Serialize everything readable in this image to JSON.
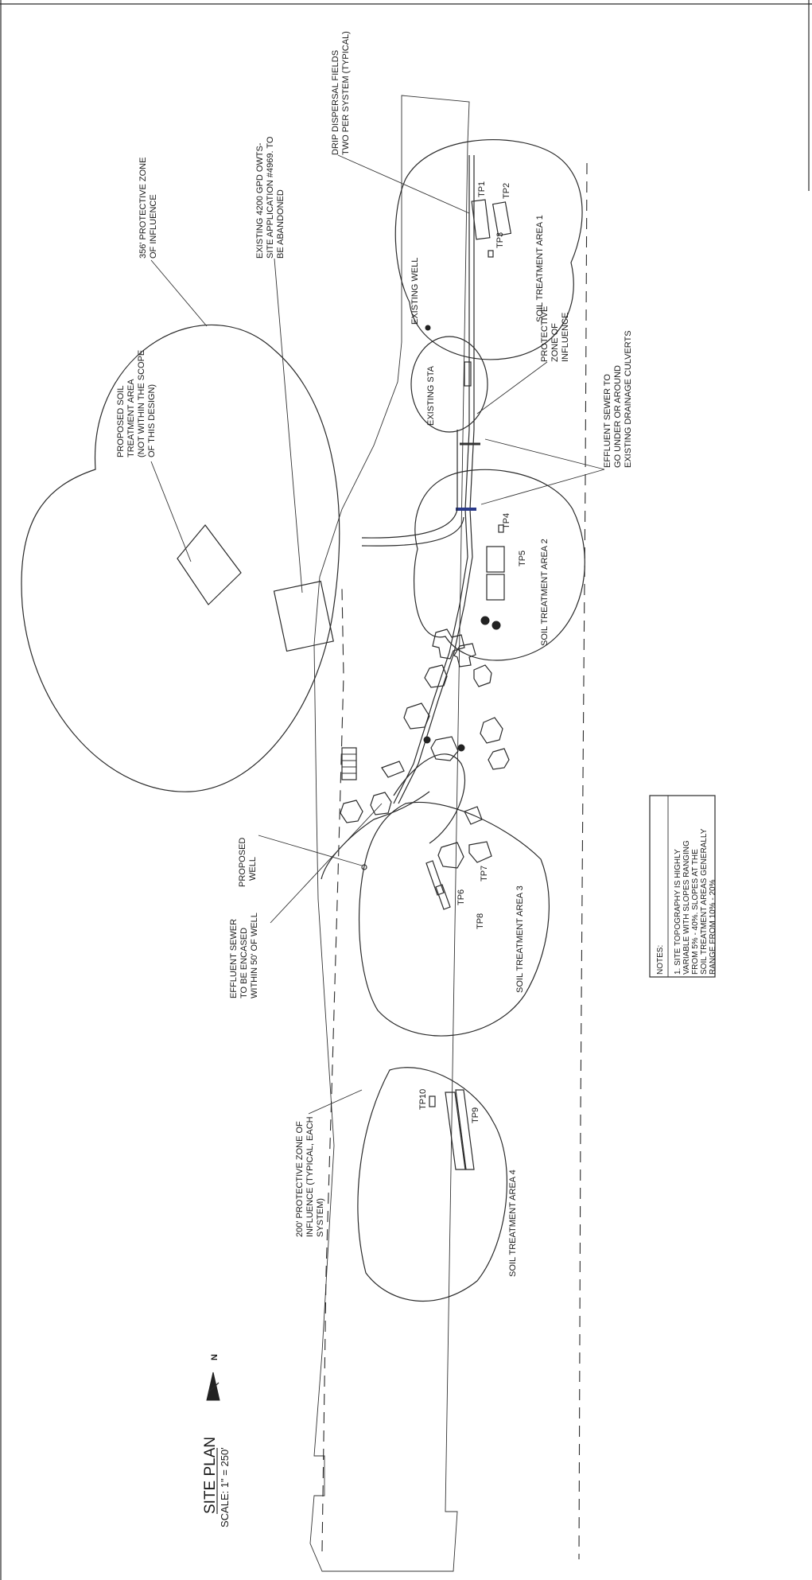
{
  "drawing": {
    "title": "SITE PLAN",
    "scale": "SCALE: 1\" = 250'",
    "north_marker": "N",
    "notes_header": "NOTES:",
    "notes": [
      "1. SITE TOPOGRAPHY IS HIGHLY",
      "VARIABLE WITH SLOPES RANGING",
      "FROM 5% - 40%. SLOPES AT THE",
      "SOIL TREATMENT AREAS GENERALLY",
      "RANGE FROM 10% - 20%"
    ],
    "areas": {
      "sta1": "SOIL TREATMENT AREA 1",
      "sta2": "SOIL TREATMENT AREA 2",
      "sta3": "SOIL TREATMENT AREA 3",
      "sta4": "SOIL TREATMENT AREA 4",
      "existing_sta": "EXISTING STA",
      "existing_well": "EXISTING WELL"
    },
    "test_pits": [
      "TP1",
      "TP2",
      "TP3",
      "TP4",
      "TP5",
      "TP6",
      "TP7",
      "TP8",
      "TP9",
      "TP10"
    ],
    "callouts": {
      "drip": [
        "DRIP DISPERSAL FIELDS",
        "TWO PER SYSTEM (TYPICAL)"
      ],
      "zone356": [
        "356' PROTECTIVE ZONE",
        "OF INFLUENCE"
      ],
      "existing_owts": [
        "EXISTING 4200 GPD OWTS-",
        "SITE APPLICATION #4969. TO",
        "BE ABANDONED"
      ],
      "proposed_sta": [
        "PROPOSED SOIL",
        "TREATMENT AREA",
        "(NOT WITHIN THE SCOPE",
        "OF THIS DESIGN)"
      ],
      "protective_zone": [
        "PROTECTIVE",
        "ZONE OF",
        "INFLUENCE"
      ],
      "effluent_culverts": [
        "EFFLUENT SEWER TO",
        "GO UNDER OR AROUND",
        "EXISTING DRAINAGE CULVERTS"
      ],
      "proposed_well": [
        "PROPOSED",
        "WELL"
      ],
      "effluent_encased": [
        "EFFLUENT SEWER",
        "TO BE ENCASED",
        "WITHIN 50' OF WELL"
      ],
      "zone200": [
        "200' PROTECTIVE ZONE OF",
        "INFLUENCE (TYPICAL, EACH",
        "SYSTEM)"
      ]
    }
  }
}
